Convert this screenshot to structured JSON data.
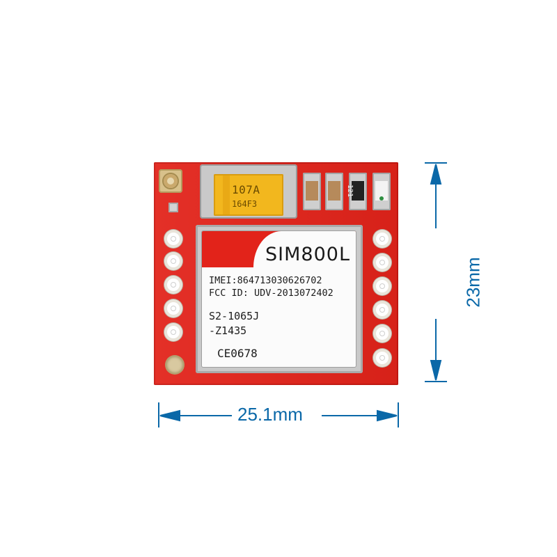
{
  "module": {
    "model": "SIM800L",
    "imei_line": "IMEI:864713030626702",
    "fcc_line": "FCC ID: UDV-2013072402",
    "code_line_1": "S2-1065J",
    "code_line_2": "-Z1435",
    "ce_mark": "CE0678"
  },
  "capacitor": {
    "line_1": "107A",
    "line_2": "164F3"
  },
  "resistor": {
    "marking": "121"
  },
  "dimensions": {
    "width_label": "25.1mm",
    "height_label": "23mm",
    "color": "#0a68a8"
  },
  "colors": {
    "pcb": "#e2231a",
    "tantalum_capacitor": "#f2b71e"
  }
}
